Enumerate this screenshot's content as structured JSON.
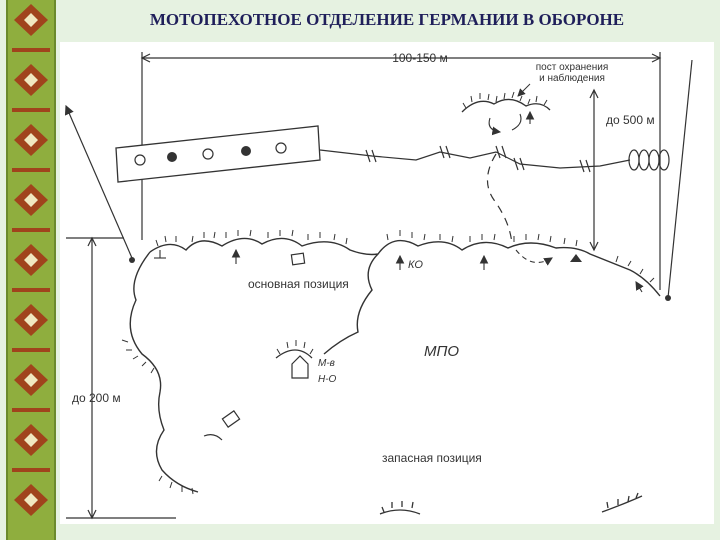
{
  "slide": {
    "title": "МОТОПЕХОТНОЕ ОТДЕЛЕНИЕ ГЕРМАНИИ В ОБОРОНЕ"
  },
  "diagram": {
    "dim_width": "100-150 м",
    "post_label_line1": "пост охранения",
    "post_label_line2": "и наблюдения",
    "dim_post": "до 500 м",
    "dim_depth": "до 200 м",
    "ko": "КО",
    "main_position": "основная позиция",
    "mpo": "МПО",
    "mg_line1": "М-в",
    "mg_line2": "Н-О",
    "reserve_position": "запасная позиция"
  },
  "colors": {
    "background": "#e6f2e1",
    "ornament": "#8fae3e",
    "ornament_pattern": "#a0441c",
    "title": "#1f1f5a",
    "line": "#333333"
  }
}
